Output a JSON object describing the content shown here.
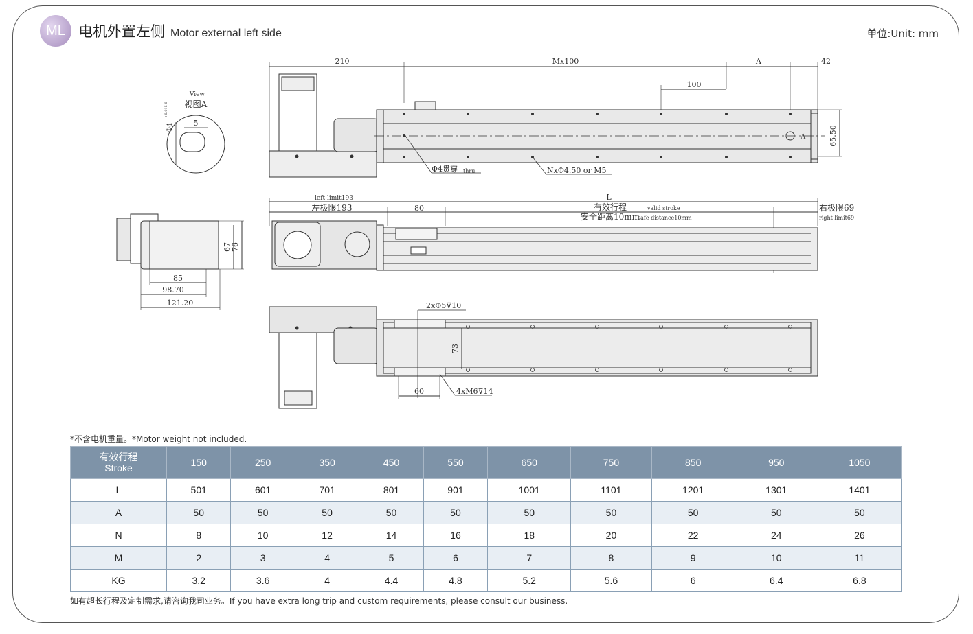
{
  "header": {
    "badge": "ML",
    "title_cn": "电机外置左侧",
    "title_en": "Motor external left side",
    "unit": "单位:Unit: mm"
  },
  "drawing": {
    "view_en": "View",
    "view_cn": "视图A",
    "dim_5": "5",
    "dim_phi4": "Φ4",
    "tol": "+0.015 0",
    "dim_210": "210",
    "dim_mx100": "Mx100",
    "dim_a": "A",
    "dim_42": "42",
    "dim_100": "100",
    "dim_6550": "65.50",
    "label_a": "A",
    "thru_cn": "Φ4贯穿",
    "thru_en": "thru",
    "holes": "NxΦ4.50 or M5",
    "left_limit_en": "left limit193",
    "left_limit_cn": "左极限193",
    "dim_80": "80",
    "dim_l": "L",
    "valid_cn": "有效行程",
    "valid_en": "valid stroke",
    "safe_cn": "安全距离10mm",
    "safe_en": "safe distance10mm",
    "right_limit_cn": "右极限69",
    "right_limit_en": "right limit69",
    "dim_67": "67",
    "dim_76": "76",
    "dim_85": "85",
    "dim_9870": "98.70",
    "dim_12120": "121.20",
    "bottom_holes": "2xΦ5⊽10",
    "dim_73": "73",
    "dim_60": "60",
    "bottom_thread": "4xM6⊽14"
  },
  "note": "*不含电机重量。*Motor weight not included.",
  "table": {
    "header_cn": "有效行程",
    "header_en": "Stroke",
    "strokes": [
      "150",
      "250",
      "350",
      "450",
      "550",
      "650",
      "750",
      "850",
      "950",
      "1050"
    ],
    "rows": [
      {
        "label": "L",
        "values": [
          "501",
          "601",
          "701",
          "801",
          "901",
          "1001",
          "1101",
          "1201",
          "1301",
          "1401"
        ]
      },
      {
        "label": "A",
        "values": [
          "50",
          "50",
          "50",
          "50",
          "50",
          "50",
          "50",
          "50",
          "50",
          "50"
        ]
      },
      {
        "label": "N",
        "values": [
          "8",
          "10",
          "12",
          "14",
          "16",
          "18",
          "20",
          "22",
          "24",
          "26"
        ]
      },
      {
        "label": "M",
        "values": [
          "2",
          "3",
          "4",
          "5",
          "6",
          "7",
          "8",
          "9",
          "10",
          "11"
        ]
      },
      {
        "label": "KG",
        "values": [
          "3.2",
          "3.6",
          "4",
          "4.4",
          "4.8",
          "5.2",
          "5.6",
          "6",
          "6.4",
          "6.8"
        ]
      }
    ]
  },
  "footer": "如有超长行程及定制需求,请咨询我司业务。If you have extra long trip and custom requirements, please consult our business."
}
